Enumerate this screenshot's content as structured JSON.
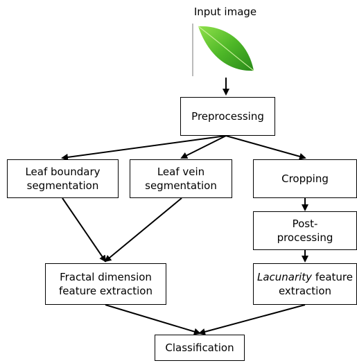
{
  "diagram": {
    "input_label": "Input image",
    "nodes": {
      "preprocessing": [
        "Preprocessing"
      ],
      "leaf_boundary": [
        "Leaf boundary",
        "segmentation"
      ],
      "leaf_vein": [
        "Leaf vein",
        "segmentation"
      ],
      "cropping": [
        "Cropping"
      ],
      "post_processing": [
        "Post-",
        "processing"
      ],
      "fractal": [
        "Fractal dimension",
        "feature extraction"
      ],
      "lacunarity": {
        "italic": "Lacunarity",
        "rest": " feature",
        "line2": "extraction"
      },
      "classification": [
        "Classification"
      ]
    },
    "colors": {
      "leaf_dark": "#2f8f1c",
      "leaf_light": "#7dd43a",
      "stroke": "#000000"
    }
  }
}
